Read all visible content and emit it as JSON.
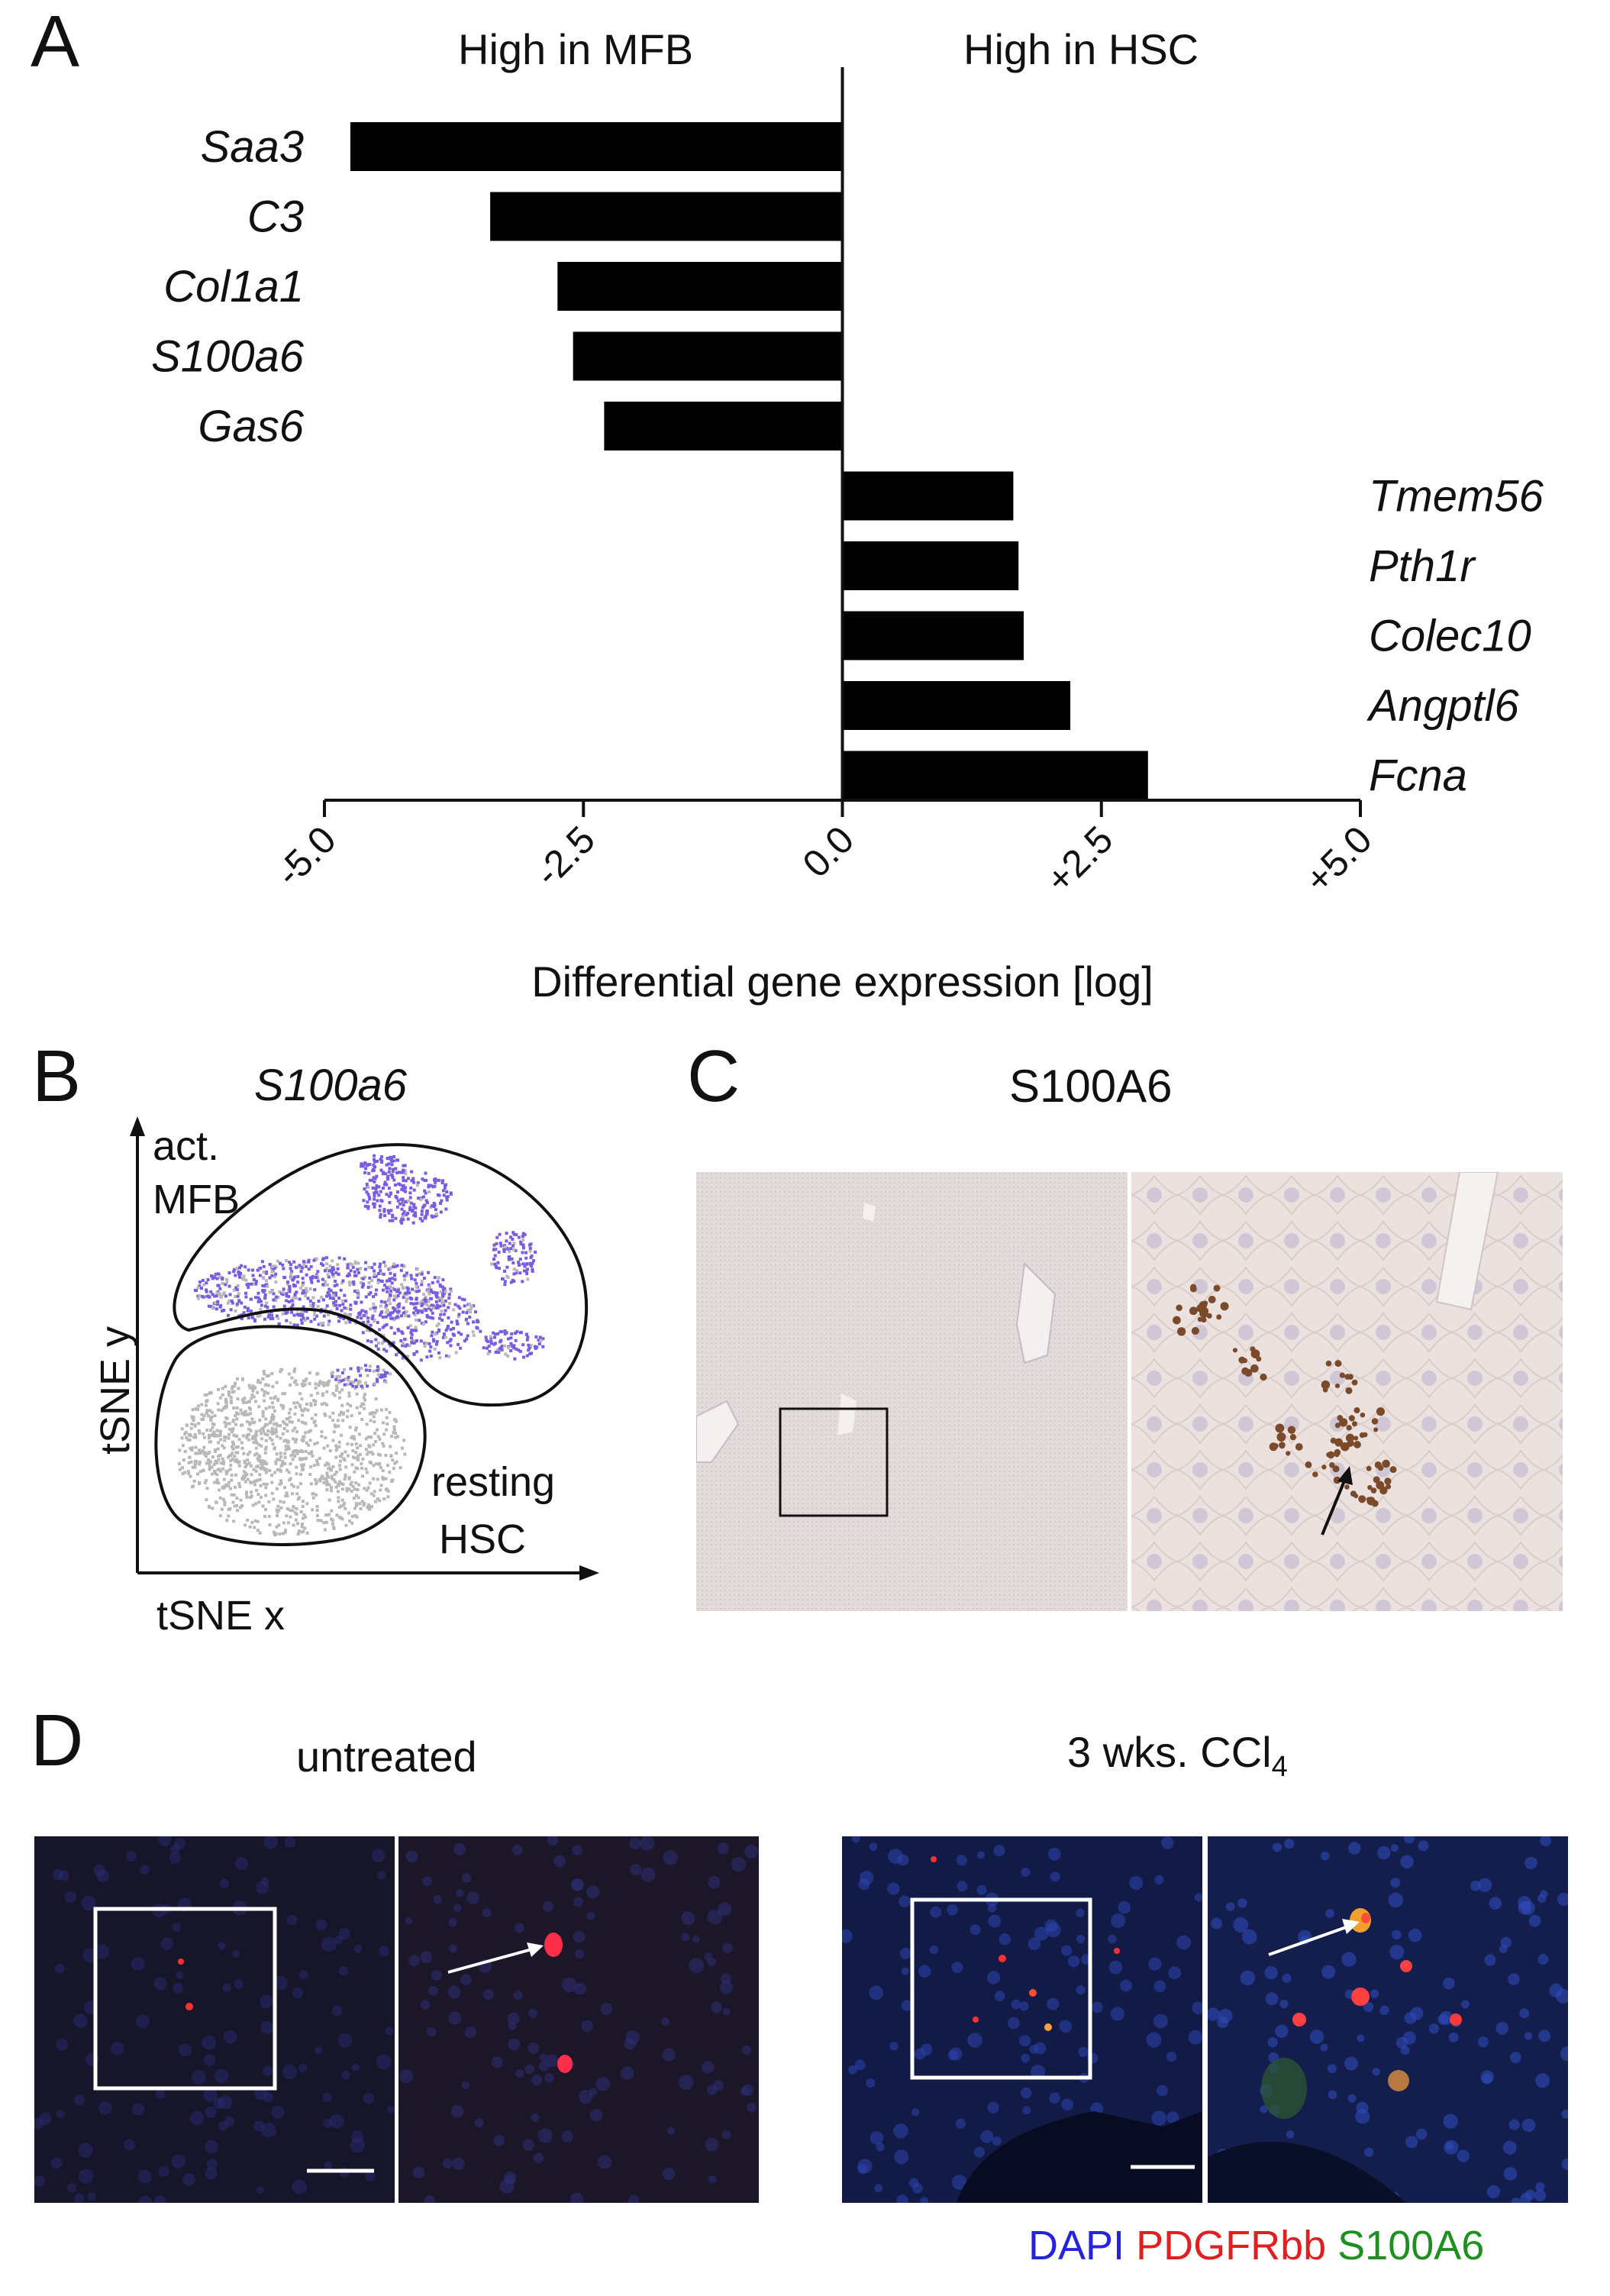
{
  "panels": {
    "a": "A",
    "b": "B",
    "c": "C",
    "d": "D"
  },
  "panel_a": {
    "header_left": "High in MFB",
    "header_right": "High in HSC"
  },
  "chart_data": {
    "type": "bar",
    "orientation": "horizontal",
    "categories": [
      "Saa3",
      "C3",
      "Col1a1",
      "S100a6",
      "Gas6",
      "Tmem56",
      "Pth1r",
      "Colec10",
      "Angptl6",
      "Fcna"
    ],
    "values": [
      -4.75,
      -3.4,
      -2.75,
      -2.6,
      -2.3,
      1.65,
      1.7,
      1.75,
      2.2,
      2.95
    ],
    "xlabel": "Differential gene expression [log]",
    "xlim": [
      -5,
      5
    ],
    "xticks": [
      "-5.0",
      "-2.5",
      "0.0",
      "+2.5",
      "+5.0"
    ],
    "xtick_values": [
      -5,
      -2.5,
      0,
      2.5,
      5
    ],
    "bar_color": "#000000",
    "grid": false
  },
  "panel_b": {
    "title": "S100a6",
    "label_act": "act.",
    "label_mfb": "MFB",
    "label_resting": "resting",
    "label_hsc": "HSC",
    "axis_x": "tSNE x",
    "axis_y": "tSNE y",
    "colors": {
      "expressing": "#7a5ce0",
      "non_expressing": "#b8b8b8"
    }
  },
  "panel_c": {
    "title": "S100A6",
    "colors": {
      "tissue": "#e6dede",
      "stain": "#7a4a2a"
    }
  },
  "panel_d": {
    "label_untreated": "untreated",
    "label_treated_prefix": "3 wks. CCl",
    "label_treated_sub": "4",
    "legend": [
      {
        "text": "DAPI",
        "color": "#2323e0"
      },
      {
        "text": "PDGFRbb",
        "color": "#e02020"
      },
      {
        "text": "S100A6",
        "color": "#1f8f1f"
      }
    ]
  }
}
